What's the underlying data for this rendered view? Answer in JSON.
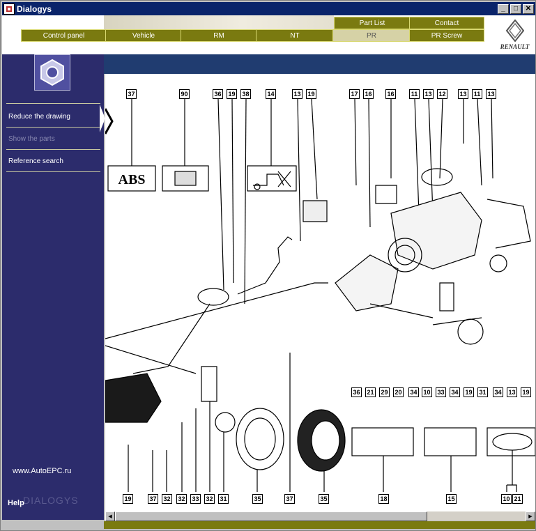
{
  "window": {
    "title": "Dialogys",
    "minimize": "_",
    "maximize": "□",
    "close": "✕"
  },
  "top_tabs": [
    {
      "label": "Part List"
    },
    {
      "label": "Contact"
    }
  ],
  "nav_tabs": [
    {
      "label": "Control panel"
    },
    {
      "label": "Vehicle"
    },
    {
      "label": "RM"
    },
    {
      "label": "NT"
    },
    {
      "label": "PR",
      "active": true
    },
    {
      "label": "PR Screw"
    }
  ],
  "brand": {
    "name": "RENAULT"
  },
  "sidebar": {
    "icon": "hex-nut-icon",
    "items": [
      {
        "label": "Reduce the drawing",
        "enabled": true
      },
      {
        "label": "Show the parts",
        "enabled": false
      },
      {
        "label": "Reference search",
        "enabled": true
      }
    ],
    "website": "www.AutoEPC.ru",
    "help": "Help",
    "product": "DIALOGYS"
  },
  "diagram": {
    "abs_label": "ABS",
    "callouts_top": [
      "37",
      "90",
      "36",
      "19",
      "38",
      "14",
      "13",
      "19",
      "17",
      "16",
      "16",
      "11",
      "13",
      "12",
      "13",
      "11",
      "13"
    ],
    "callouts_mid": [
      "36",
      "21",
      "29",
      "20",
      "34",
      "10",
      "33",
      "34",
      "19",
      "31",
      "34",
      "13",
      "19"
    ],
    "callouts_bottom": [
      "19",
      "37",
      "32",
      "32",
      "33",
      "32",
      "31",
      "35",
      "37",
      "35",
      "18",
      "15",
      "10",
      "21"
    ]
  },
  "colors": {
    "sidebar": "#2c2c6c",
    "tab": "#7a7a10",
    "band": "#203c70",
    "titlebar": "#0a246a"
  }
}
